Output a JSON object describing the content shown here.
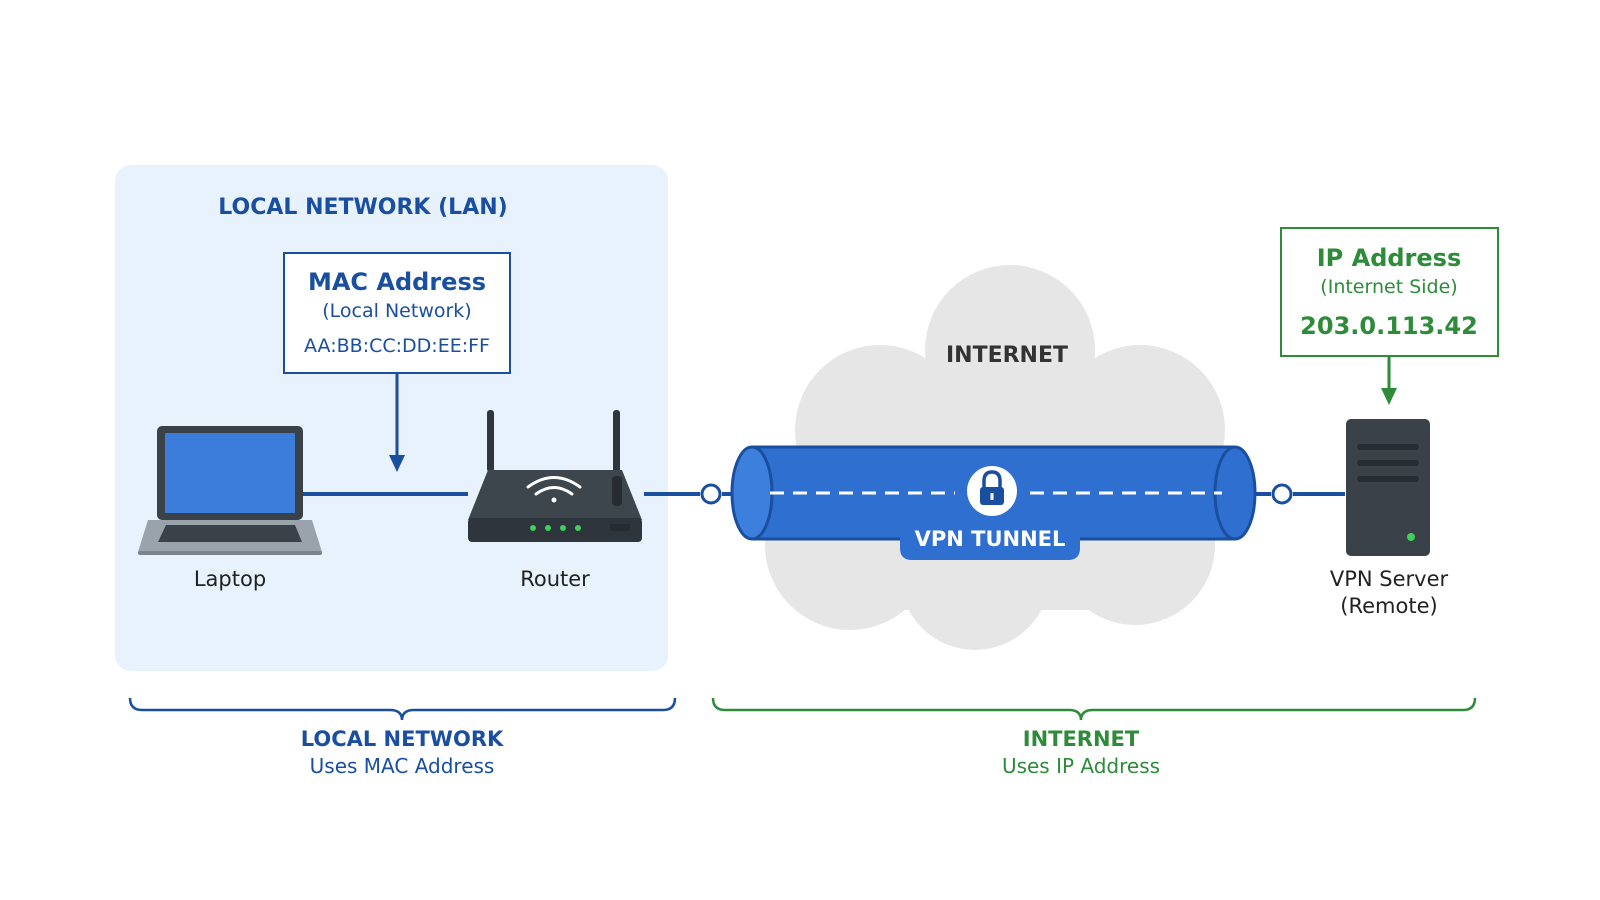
{
  "lan_section": {
    "title": "LOCAL NETWORK (LAN)"
  },
  "mac_box": {
    "title": "MAC Address",
    "subtitle": "(Local Network)",
    "value": "AA:BB:CC:DD:EE:FF"
  },
  "ip_box": {
    "title": "IP Address",
    "subtitle": "(Internet Side)",
    "value": "203.0.113.42"
  },
  "cloud": {
    "label": "INTERNET"
  },
  "tunnel": {
    "label": "VPN TUNNEL"
  },
  "devices": {
    "laptop": "Laptop",
    "router": "Router",
    "server_line1": "VPN Server",
    "server_line2": "(Remote)"
  },
  "brackets": {
    "local_title": "LOCAL NETWORK",
    "local_sub": "Uses MAC Address",
    "internet_title": "INTERNET",
    "internet_sub": "Uses IP Address"
  },
  "icons": {
    "laptop": "laptop-icon",
    "router": "router-icon",
    "wifi": "wifi-icon",
    "lock": "lock-icon",
    "server": "server-icon",
    "cloud": "cloud-icon"
  },
  "colors": {
    "lan_bg": "#e8f2fc",
    "blue": "#1a4fa0",
    "tunnel_blue": "#2f6fd0",
    "green": "#2e8b3a",
    "cloud_gray": "#e6e6e6"
  }
}
